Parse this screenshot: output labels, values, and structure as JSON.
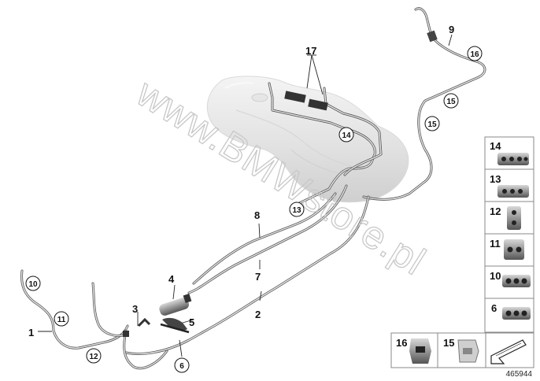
{
  "watermark": "www.BMWstore.pl",
  "reference_number": "465944",
  "callouts": {
    "plain": {
      "p1": "1",
      "p2": "2",
      "p3": "3",
      "p4": "4",
      "p5": "5",
      "p7": "7",
      "p8": "8",
      "p9": "9",
      "p17": "17"
    },
    "circled": {
      "c6": "6",
      "c10": "10",
      "c11": "11",
      "c12": "12",
      "c13": "13",
      "c14": "14",
      "c15a": "15",
      "c15b": "15",
      "c16": "16"
    }
  },
  "parts_panel": {
    "right_column": [
      "14",
      "13",
      "12",
      "11",
      "10",
      "6"
    ],
    "bottom_row": [
      "16",
      "15"
    ]
  }
}
